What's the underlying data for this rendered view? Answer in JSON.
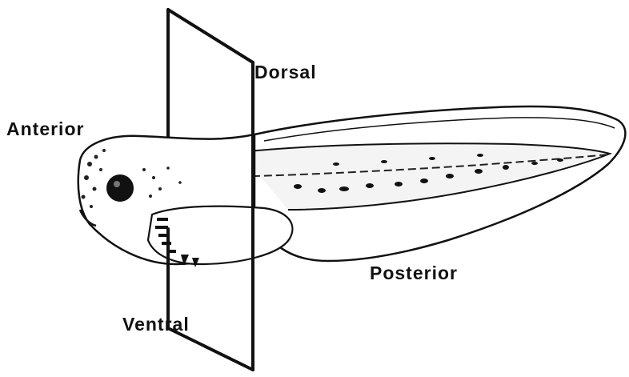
{
  "labels": {
    "anterior": "Anterior",
    "dorsal": "Dorsal",
    "posterior": "Posterior",
    "ventral": "Ventral"
  },
  "colors": {
    "ink": "#111111",
    "background": "#ffffff"
  }
}
